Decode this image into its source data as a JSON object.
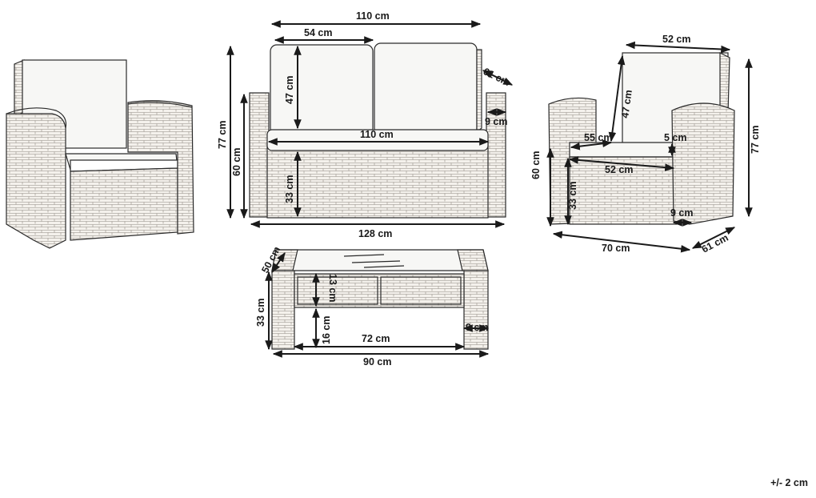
{
  "dimensions": {
    "sofa_width": "110 cm",
    "sofa_cushion_width": "54 cm",
    "sofa_depth": "61 cm",
    "sofa_back_height": "47 cm",
    "sofa_seat_width": "110 cm",
    "sofa_arm_width": "9 cm",
    "sofa_total_height": "77 cm",
    "sofa_arm_height": "60 cm",
    "sofa_seat_height": "33 cm",
    "sofa_total_width": "128 cm",
    "chair_back_width": "52 cm",
    "chair_back_height": "47 cm",
    "chair_seat_depth": "55 cm",
    "chair_cushion_thickness": "5 cm",
    "chair_seat_width": "52 cm",
    "chair_arm_height": "60 cm",
    "chair_seat_height": "33 cm",
    "chair_arm_width": "9 cm",
    "chair_total_height": "77 cm",
    "chair_width": "70 cm",
    "chair_depth": "61 cm",
    "table_depth": "50 cm",
    "table_height": "33 cm",
    "table_shelf_gap": "13 cm",
    "table_shelf_height": "16 cm",
    "table_inner_width": "72 cm",
    "table_leg_width": "9 cm",
    "table_width": "90 cm"
  },
  "tolerance": "+/- 2 cm"
}
